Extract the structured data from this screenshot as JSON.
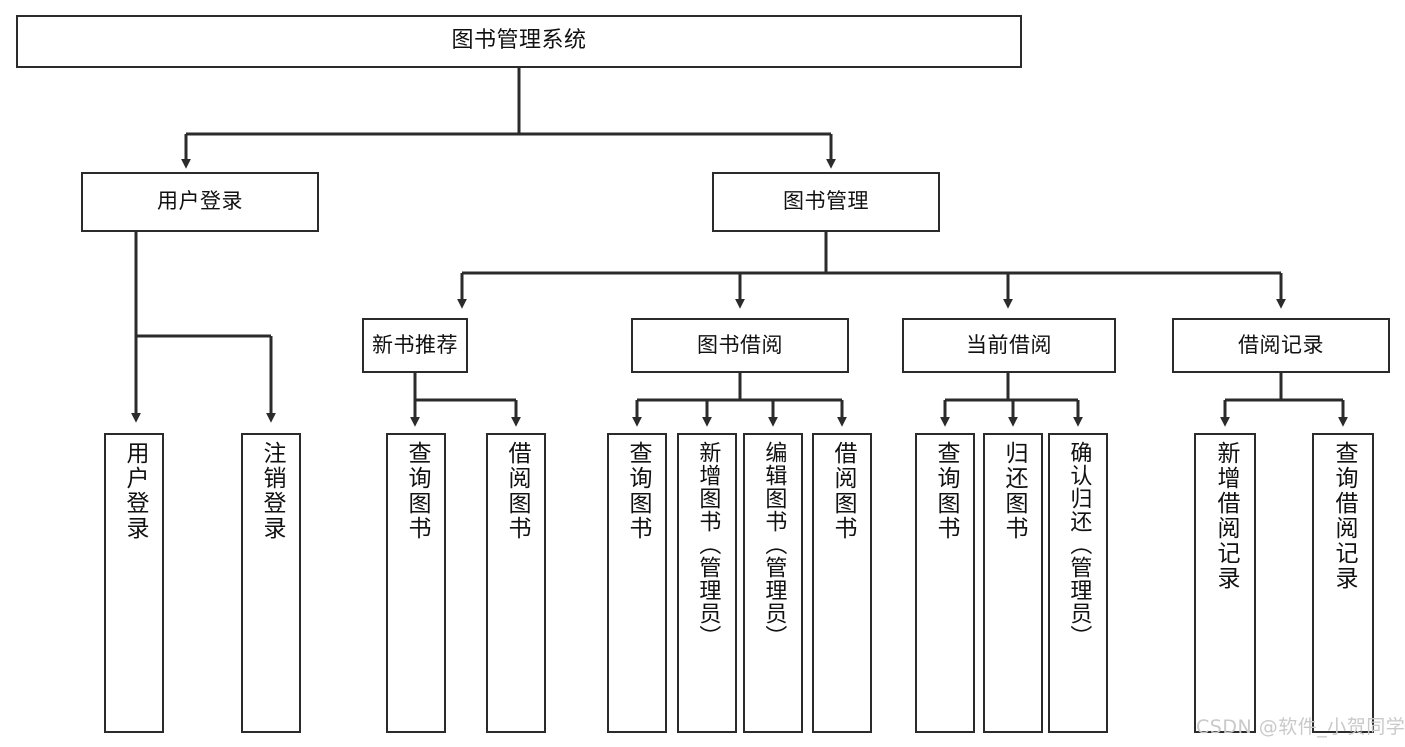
{
  "diagram": {
    "type": "tree-hierarchy",
    "title": "图书管理系统",
    "stroke_color": "#2b2b2b",
    "text_color": "#111111",
    "background": "#ffffff",
    "watermark": "CSDN @软件_小贺同学",
    "watermark_color": "#c9c9c9"
  },
  "root": {
    "label": "图书管理系统"
  },
  "level2": [
    {
      "label": "用户登录"
    },
    {
      "label": "图书管理"
    }
  ],
  "level3": [
    {
      "label": "新书推荐"
    },
    {
      "label": "图书借阅"
    },
    {
      "label": "当前借阅"
    },
    {
      "label": "借阅记录"
    }
  ],
  "leaves": [
    {
      "label": "用户登录",
      "parent": "用户登录"
    },
    {
      "label": "注销登录",
      "parent": "用户登录"
    },
    {
      "label": "查询图书",
      "parent": "新书推荐"
    },
    {
      "label": "借阅图书",
      "parent": "新书推荐"
    },
    {
      "label": "查询图书",
      "parent": "图书借阅"
    },
    {
      "label": "新增图书（管理员）",
      "parent": "图书借阅"
    },
    {
      "label": "编辑图书（管理员）",
      "parent": "图书借阅"
    },
    {
      "label": "借阅图书",
      "parent": "图书借阅"
    },
    {
      "label": "查询图书",
      "parent": "当前借阅"
    },
    {
      "label": "归还图书",
      "parent": "当前借阅"
    },
    {
      "label": "确认归还（管理员）",
      "parent": "当前借阅"
    },
    {
      "label": "新增借阅记录",
      "parent": "借阅记录"
    },
    {
      "label": "查询借阅记录",
      "parent": "借阅记录"
    }
  ]
}
